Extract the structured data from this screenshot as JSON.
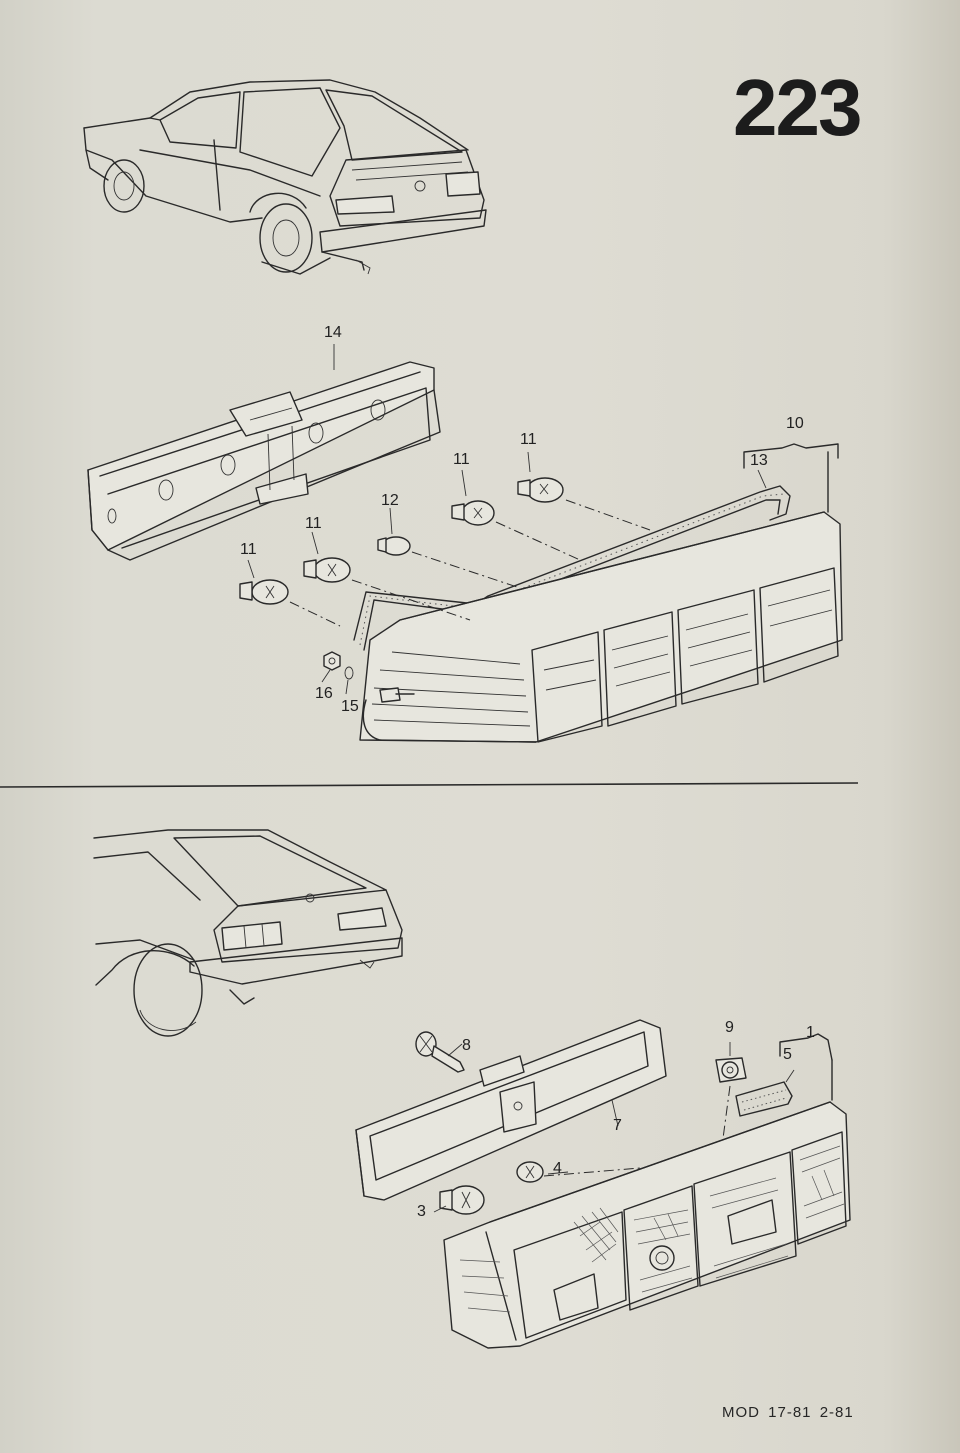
{
  "page": {
    "number": "223",
    "footer": "MOD 17-81  2-81"
  },
  "diagram_top": {
    "callouts": [
      {
        "id": "14",
        "text": "14"
      },
      {
        "id": "10",
        "text": "10"
      },
      {
        "id": "13",
        "text": "13"
      },
      {
        "id": "11a",
        "text": "11"
      },
      {
        "id": "11b",
        "text": "11"
      },
      {
        "id": "11c",
        "text": "11"
      },
      {
        "id": "11d",
        "text": "11"
      },
      {
        "id": "12",
        "text": "12"
      },
      {
        "id": "16",
        "text": "16"
      },
      {
        "id": "15",
        "text": "15"
      }
    ]
  },
  "diagram_bottom": {
    "callouts": [
      {
        "id": "9",
        "text": "9"
      },
      {
        "id": "1",
        "text": "1"
      },
      {
        "id": "5",
        "text": "5"
      },
      {
        "id": "8",
        "text": "8"
      },
      {
        "id": "7",
        "text": "7"
      },
      {
        "id": "4",
        "text": "4"
      },
      {
        "id": "3",
        "text": "3"
      }
    ]
  }
}
